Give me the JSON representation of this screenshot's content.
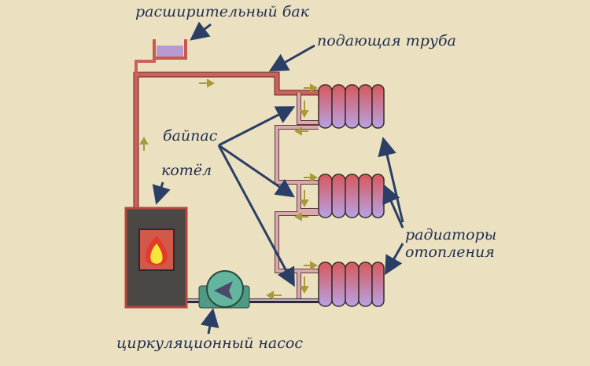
{
  "labels": {
    "expansion_tank": "расширительный бак",
    "supply_pipe": "подающая труба",
    "bypass": "байпас",
    "boiler": "котёл",
    "radiators_line1": "радиаторы",
    "radiators_line2": "отопления",
    "pump": "циркуляционный насос"
  },
  "colors": {
    "background": "#ebe1c1",
    "hot_pipe": "#d0605a",
    "cold_pipe": "#d9b3bd",
    "label_arrow": "#2b3f66",
    "flow_arrow": "#a89a3a",
    "boiler": "#4a4744",
    "pump": "#5fae96"
  }
}
